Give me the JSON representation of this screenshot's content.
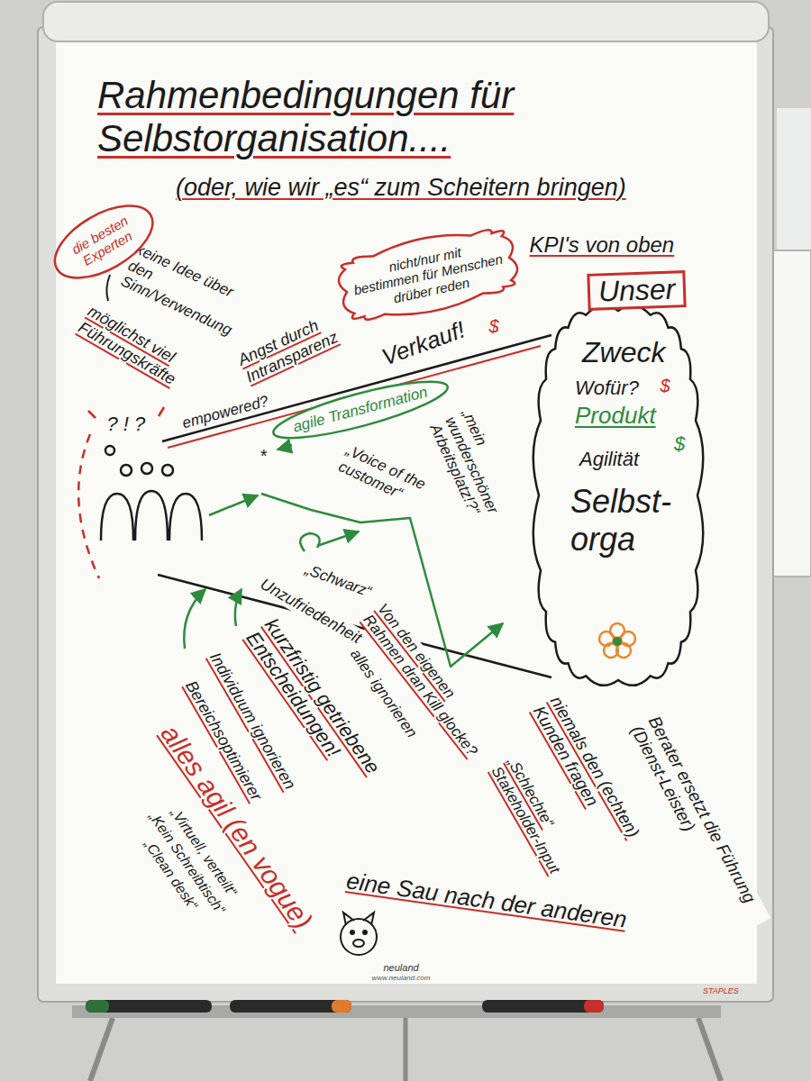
{
  "diagram": {
    "title": "Rahmenbedingungen für Selbstorganisation....",
    "nodes": [
      {
        "text": [
          "die besten Experten"
        ]
      },
      {
        "text": [
          "nicht/nur mit",
          "bestimmen für Menschen",
          "drüber reden"
        ]
      },
      {
        "text": [
          "agile Transformation"
        ]
      },
      {
        "text": [
          "Unser"
        ]
      },
      {
        "text": [
          "Zweck",
          "Wofür?",
          "Produkt",
          "Agilität",
          "Selbst- orga"
        ]
      }
    ],
    "labels": [
      "(oder, wie wir „es“ zum Scheitern bringen)",
      "KPI's von oben",
      "keine Idee über den Sinn/Verwendung",
      "möglichst viel Führungskräfte",
      "Angst durch Intransparenz",
      "Verkauf!",
      "$",
      "empowered?",
      "*",
      "„Voice of the customer“",
      "„mein wunderschöner Arbeitsplatz!?“",
      "? ! ?",
      "$",
      "$",
      "„Schwarz“",
      "Unzufriedenheit",
      "Von den eigenen Rahmen dran Kill glocke?",
      "alles ignorieren",
      "kurzfristig getriebene Entscheidungen!",
      "Individuum ignorieren",
      "Bereichsoptimierer",
      "alles agil (en vogue)",
      "„Virtuell, verteilt“",
      "„Kein Schreibtisch“",
      "„Clean desk“",
      "niemals den (echten) Kunden fragen",
      "„Schlechte“ Stakeholder-Input",
      "Berater ersetzt die Führung (Dienst-Leister)",
      "eine Sau nach der anderen",
      "neuland",
      "www.neuland.com",
      "STAPLES"
    ]
  }
}
